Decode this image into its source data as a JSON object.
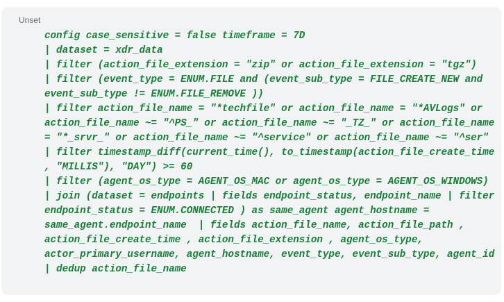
{
  "code_block": {
    "language_label": "Unset",
    "text_color": "#188038",
    "lines": [
      "config case_sensitive = false timeframe = 7D",
      "| dataset = xdr_data",
      "| filter (action_file_extension = \"zip\" or action_file_extension = \"tgz\")",
      "| filter (event_type = ENUM.FILE and (event_sub_type = FILE_CREATE_NEW and",
      "event_sub_type != ENUM.FILE_REMOVE ))",
      "| filter action_file_name = \"*techfile\" or action_file_name = \"*AVLogs\" or",
      "action_file_name ~= \"^PS_\" or action_file_name ~= \"_TZ_\" or action_file_name",
      "= \"*_srvr_\" or action_file_name ~= \"^service\" or action_file_name ~= \"^ser\"",
      "| filter timestamp_diff(current_time(), to_timestamp(action_file_create_time",
      ", \"MILLIS\"), \"DAY\") >= 60",
      "| filter (agent_os_type = AGENT_OS_MAC or agent_os_type = AGENT_OS_WINDOWS)",
      "| join (dataset = endpoints | fields endpoint_status, endpoint_name | filter",
      "endpoint_status = ENUM.CONNECTED ) as same_agent agent_hostname =",
      "same_agent.endpoint_name  | fields action_file_name, action_file_path ,",
      "action_file_create_time , action_file_extension , agent_os_type,",
      "actor_primary_username, agent_hostname, event_type, event_sub_type, agent_id",
      "| dedup action_file_name"
    ]
  }
}
